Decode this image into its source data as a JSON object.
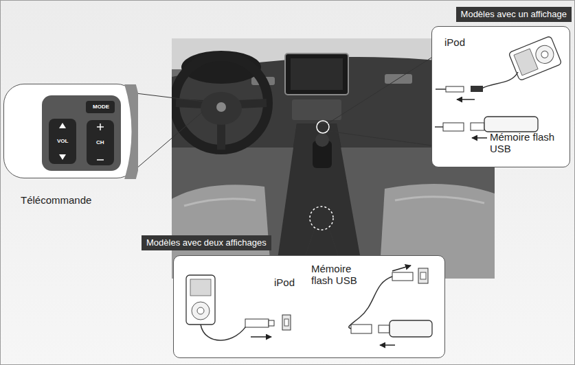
{
  "diagram": {
    "nodes": [
      {
        "text": [
          "Modèles avec un affichage",
          "iPod",
          "Mémoire flash USB"
        ]
      },
      {
        "text": [
          "Télécommande"
        ]
      },
      {
        "text": [
          "Modèles avec deux affichages",
          "iPod",
          "Mémoire flash USB"
        ]
      }
    ],
    "labels": [
      "MODE",
      "VOL",
      "CH"
    ]
  }
}
